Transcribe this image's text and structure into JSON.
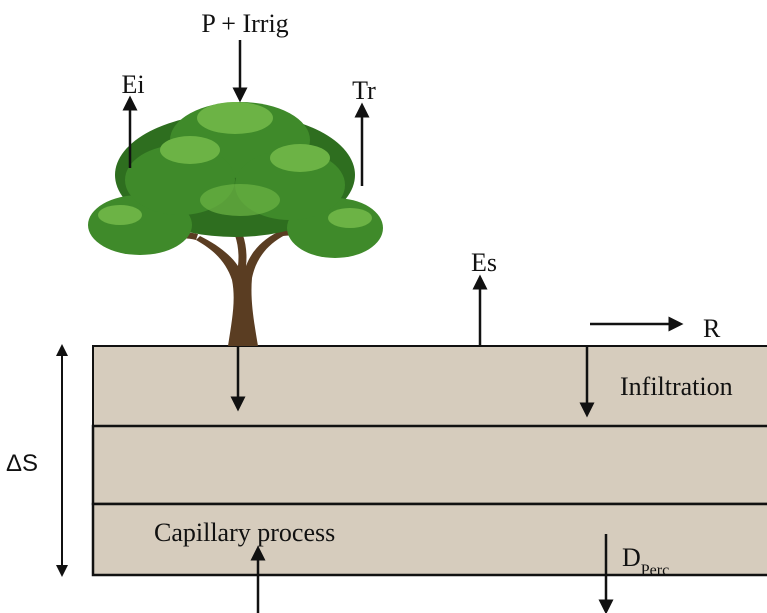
{
  "labels": {
    "precip_irrig": "P + Irrig",
    "interception_evap": "Ei",
    "transpiration": "Tr",
    "soil_evap": "Es",
    "runoff": "R",
    "infiltration": "Infiltration",
    "storage_change": "ΔS",
    "capillary": "Capillary process",
    "deep_perc_main": "D",
    "deep_perc_sub": "Perc"
  },
  "colors": {
    "soil": "#d6ccbd",
    "soil_border": "#111111",
    "foliage_dark": "#2e6e1f",
    "foliage_mid": "#3f8a2a",
    "foliage_light": "#6cb345",
    "trunk": "#5a3d22"
  }
}
